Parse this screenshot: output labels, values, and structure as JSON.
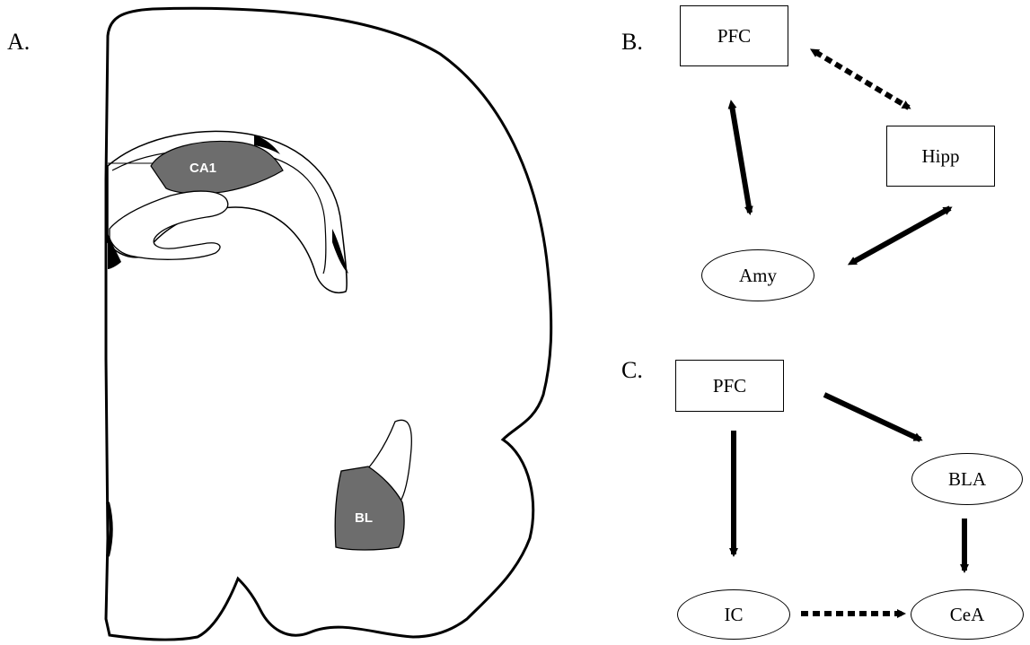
{
  "panels": {
    "a": {
      "label": "A.",
      "regions": {
        "ca1": "CA1",
        "bl": "BL"
      }
    },
    "b": {
      "label": "B.",
      "nodes": {
        "pfc": "PFC",
        "hipp": "Hipp",
        "amy": "Amy"
      }
    },
    "c": {
      "label": "C.",
      "nodes": {
        "pfc": "PFC",
        "bla": "BLA",
        "ic": "IC",
        "cea": "CeA"
      }
    }
  },
  "colors": {
    "region_fill": "#6d6d6d",
    "line": "#000000",
    "background": "#ffffff"
  }
}
